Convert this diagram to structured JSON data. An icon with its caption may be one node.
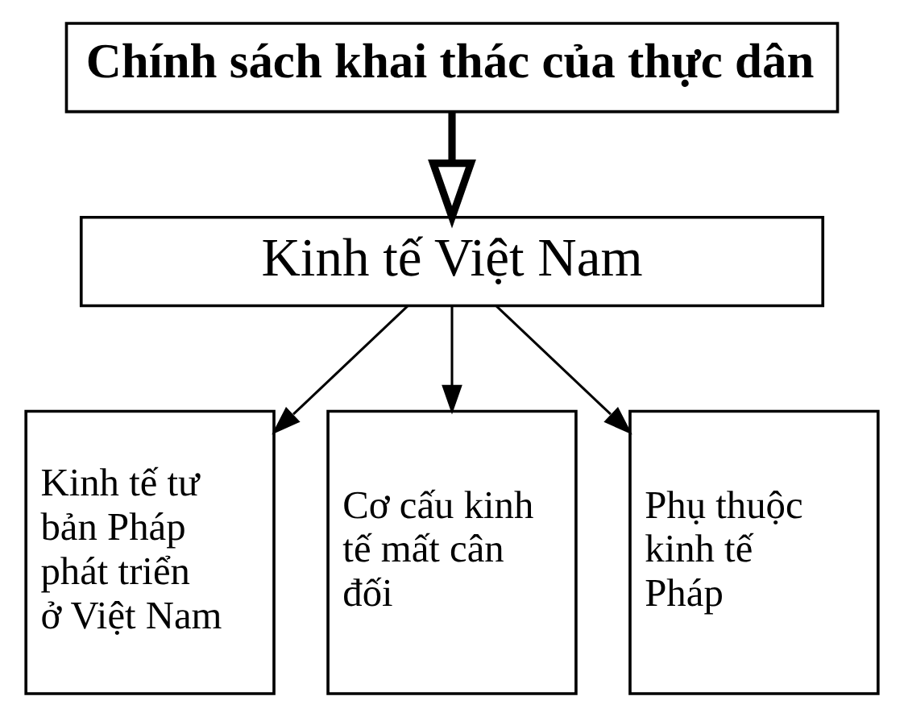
{
  "diagram": {
    "nodes": [
      {
        "text": [
          "Chính sách khai thác của thực dân"
        ]
      },
      {
        "text": [
          "Kinh tế Việt Nam"
        ]
      },
      {
        "text": [
          "Kinh tế tư bản Pháp phát triển ở Việt Nam"
        ]
      },
      {
        "text": [
          "Cơ cấu kinh tế mất cân đối"
        ]
      },
      {
        "text": [
          "Phụ thuộc kinh tế Pháp"
        ]
      }
    ],
    "edges": [
      {
        "from": 0,
        "to": 1,
        "arrow": "to",
        "style": "thick"
      },
      {
        "from": 1,
        "to": 2,
        "arrow": "to"
      },
      {
        "from": 1,
        "to": 3,
        "arrow": "to"
      },
      {
        "from": 1,
        "to": 4,
        "arrow": "to"
      }
    ]
  }
}
